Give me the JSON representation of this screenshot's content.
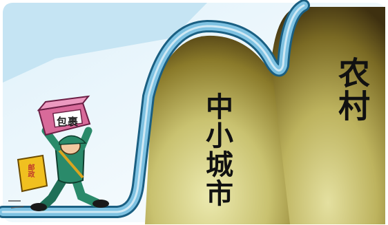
{
  "labels": {
    "mid_small_city": "中小城市",
    "rural": "农村",
    "package": "包裹",
    "bag": "邮政"
  },
  "colors": {
    "sky_light": "#eaf5fb",
    "sky_blue": "#bfe0f2",
    "road_blue": "#6fb6d8",
    "road_outline": "#1a5f82",
    "mountain_dark": "#5a4a1a",
    "mountain_mid": "#a89a3a",
    "mountain_light": "#dcd79a",
    "uniform": "#2a8a6a",
    "package": "#d86a9a",
    "bag": "#f0c020"
  },
  "icons": [
    "cartoon-postman",
    "package-icon",
    "mail-bag-icon",
    "mountain-road"
  ]
}
